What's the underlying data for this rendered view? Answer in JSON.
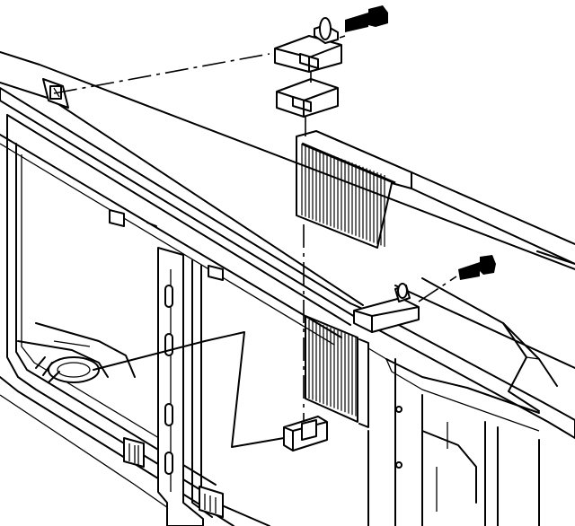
{
  "figure": {
    "kind": "exploded-assembly-line-drawing",
    "parts": [
      "upper-bolt",
      "upper-washer",
      "upper-insulator-outer",
      "upper-insulator-inner",
      "radiator-core",
      "radiator-support-panel",
      "center-support-bracket",
      "right-bolt",
      "right-bracket-insulator",
      "lower-insulator",
      "left-bracket-clip"
    ]
  }
}
